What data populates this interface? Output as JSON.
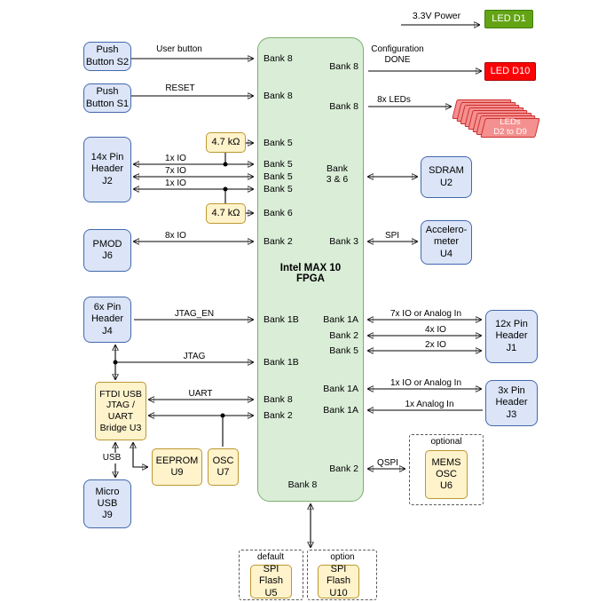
{
  "fpga": {
    "name": "Intel MAX 10\nFPGA",
    "left_ports": [
      "Bank 8",
      "Bank 8",
      "Bank 5",
      "Bank 5",
      "Bank 5",
      "Bank 5",
      "Bank 6",
      "Bank 2",
      "Bank 1B",
      "Bank 1B",
      "Bank 8",
      "Bank 2"
    ],
    "right_ports": [
      "Bank 8",
      "Bank 8",
      "Bank\n3 & 6",
      "Bank 3",
      "Bank 1A",
      "Bank 2",
      "Bank 5",
      "Bank 1A",
      "Bank 1A",
      "Bank 2"
    ],
    "bottom_port": "Bank 8"
  },
  "left_blocks": {
    "s2": "Push\nButton S2",
    "s1": "Push\nButton S1",
    "j2": "14x Pin\nHeader\nJ2",
    "pmod": "PMOD\nJ6",
    "j4": "6x Pin\nHeader\nJ4",
    "u3": "FTDI USB\nJTAG /\nUART\nBridge U3",
    "j9": "Micro\nUSB\nJ9",
    "eeprom": "EEPROM\nU9",
    "osc": "OSC\nU7",
    "res1": "4.7 kΩ",
    "res2": "4.7 kΩ"
  },
  "right_blocks": {
    "led_d1": "LED D1",
    "led_d10": "LED D10",
    "leds": "LEDs\nD2 to D9",
    "sdram": "SDRAM\nU2",
    "accel": "Accelero-\nmeter\nU4",
    "j1": "12x Pin\nHeader\nJ1",
    "j3": "3x Pin\nHeader\nJ3",
    "mems": "MEMS\nOSC\nU6"
  },
  "bottom_blocks": {
    "u5": "SPI\nFlash\nU5",
    "u10": "SPI\nFlash\nU10"
  },
  "groups": {
    "optional": "optional",
    "default": "default",
    "option": "option"
  },
  "signals": {
    "power": "3.3V Power",
    "user_button": "User button",
    "reset": "RESET",
    "config_done": "Configuration\nDONE",
    "leds8": "8x LEDs",
    "io1a": "1x IO",
    "io7": "7x IO",
    "io1b": "1x IO",
    "io8": "8x IO",
    "spi": "SPI",
    "jtag_en": "JTAG_EN",
    "jtag": "JTAG",
    "uart": "UART",
    "usb": "USB",
    "io7_analog": "7x IO or Analog In",
    "io4": "4x IO",
    "io2": "2x IO",
    "io1_analog": "1x IO or Analog In",
    "analog1": "1x Analog In",
    "qspi": "QSPI"
  },
  "colors": {
    "fpga_fill": "#d9edd7",
    "fpga_border": "#7dae6b",
    "blue_fill": "#dbe5f7",
    "blue_border": "#4468ad",
    "yellow_fill": "#fff3cc",
    "yellow_border": "#bb9830",
    "led_green": "#63a414",
    "led_red": "#fb0207",
    "leds_fill": "#f4908f",
    "leds_border": "#cd2f2f"
  }
}
